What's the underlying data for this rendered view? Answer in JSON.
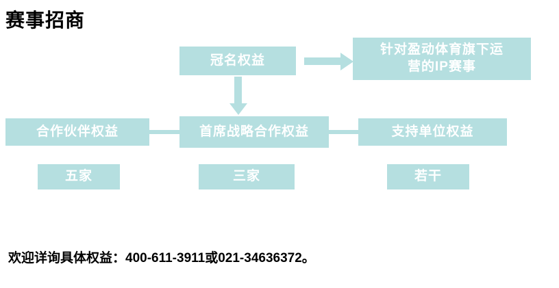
{
  "page": {
    "title": "赛事招商",
    "footer": "欢迎详询具体权益：400-611-3911或021-34636372。"
  },
  "colors": {
    "node_fill": "#b5dfe0",
    "node_text": "#ffffff",
    "title_text": "#000000"
  },
  "diagram": {
    "top_node": "冠名权益",
    "ip_node": "针对盈动体育旗下运\n营的IP赛事",
    "row_nodes": {
      "partner": "合作伙伴权益",
      "chief": "首席战略合作权益",
      "support": "支持单位权益"
    },
    "counts": {
      "partner": "五家",
      "chief": "三家",
      "support": "若干"
    }
  }
}
